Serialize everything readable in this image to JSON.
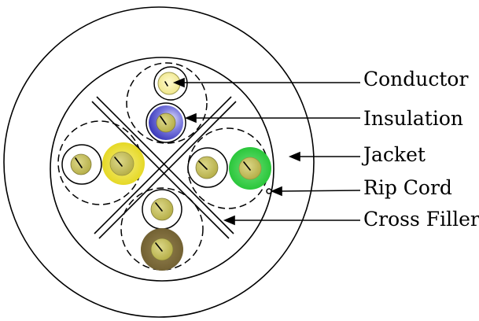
{
  "labels": {
    "conductor": "Conductor",
    "insulation": "Insulation",
    "jacket": "Jacket",
    "rip_cord": "Rip Cord",
    "cross_filler": "Cross Filler"
  },
  "colors": {
    "outline": "#000000",
    "conductor_copper": "#c2bc52",
    "pair_top_a_insulation": "#f7f2a0",
    "pair_top_b_insulation": "#4a49c8",
    "pair_left_a_insulation": "#ffffff",
    "pair_left_b_insulation": "#e8dc28",
    "pair_right_a_insulation": "#ffffff",
    "pair_right_b_insulation": "#2ec93e",
    "pair_bottom_a_insulation": "#ffffff",
    "pair_bottom_b_insulation": "#7d6a3a"
  }
}
